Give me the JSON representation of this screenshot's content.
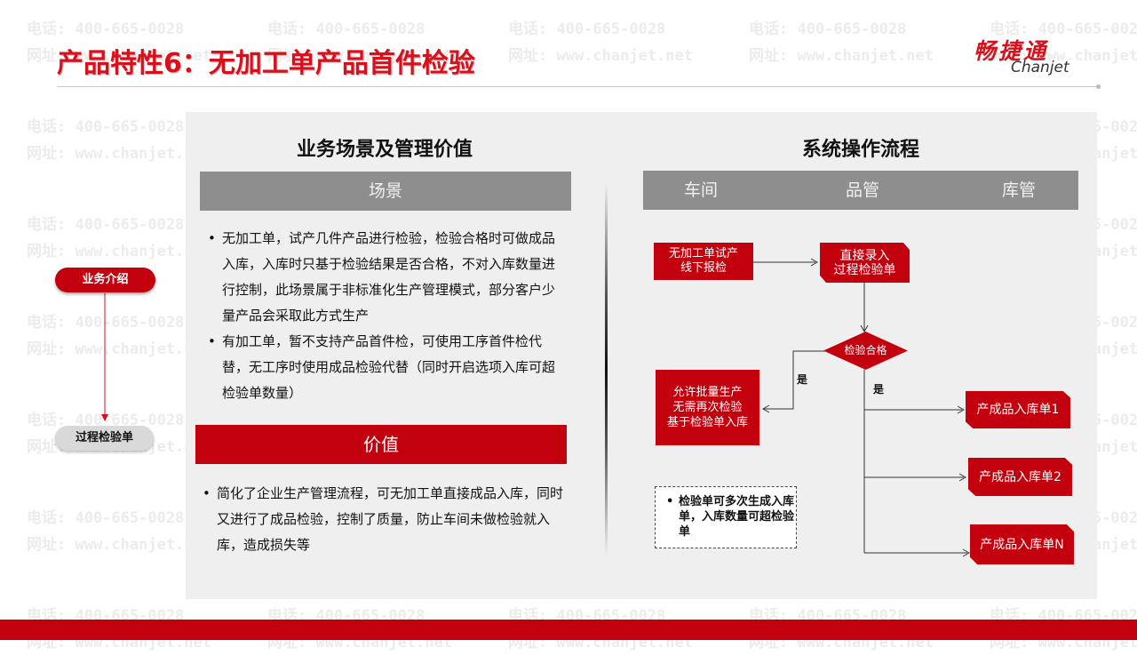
{
  "watermark": {
    "phone": "电话: 400-665-0028",
    "site": "网址: www.chanjet.net"
  },
  "header": {
    "title": "产品特性6：无加工单产品首件检验",
    "logo_cn": "畅捷通",
    "logo_en": "Chanjet"
  },
  "left_nav": {
    "intro_label": "业务介绍",
    "process_label": "过程检验单"
  },
  "left_section": {
    "heading": "业务场景及管理价值",
    "scene_label": "场景",
    "scene_bullets": [
      "无加工单，试产几件产品进行检验，检验合格时可做成品入库，入库时只基于检验结果是否合格，不对入库数量进行控制，此场景属于非标准化生产管理模式，部分客户少量产品会采取此方式生产",
      "有加工单，暂不支持产品首件检，可使用工序首件检代替，无工序时使用成品检验代替（同时开启选项入库可超检验单数量）"
    ],
    "value_label": "价值",
    "value_bullets": [
      "简化了企业生产管理流程，可无加工单直接成品入库，同时又进行了成品检验，控制了质量，防止车间未做检验就入库，造成损失等"
    ]
  },
  "right_section": {
    "heading": "系统操作流程",
    "lanes": [
      "车间",
      "品管",
      "库管"
    ],
    "flow": {
      "trial": "无加工单试产\n线下报检",
      "direct": "直接录入\n过程检验单",
      "decision": "检验合格",
      "yes_left": "是",
      "yes_down": "是",
      "batch": "允许批量生产\n无需再次检验\n基于检验单入库",
      "in1": "产成品入库单1",
      "in2": "产成品入库单2",
      "inN": "产成品入库单N",
      "note": "检验单可多次生成入库单，入库数量可超检验单"
    }
  },
  "colors": {
    "brand_red": "#c3000d",
    "title_red": "#d8101b",
    "lane_gray": "#8e8e8e",
    "panel_gray": "#efefef"
  }
}
